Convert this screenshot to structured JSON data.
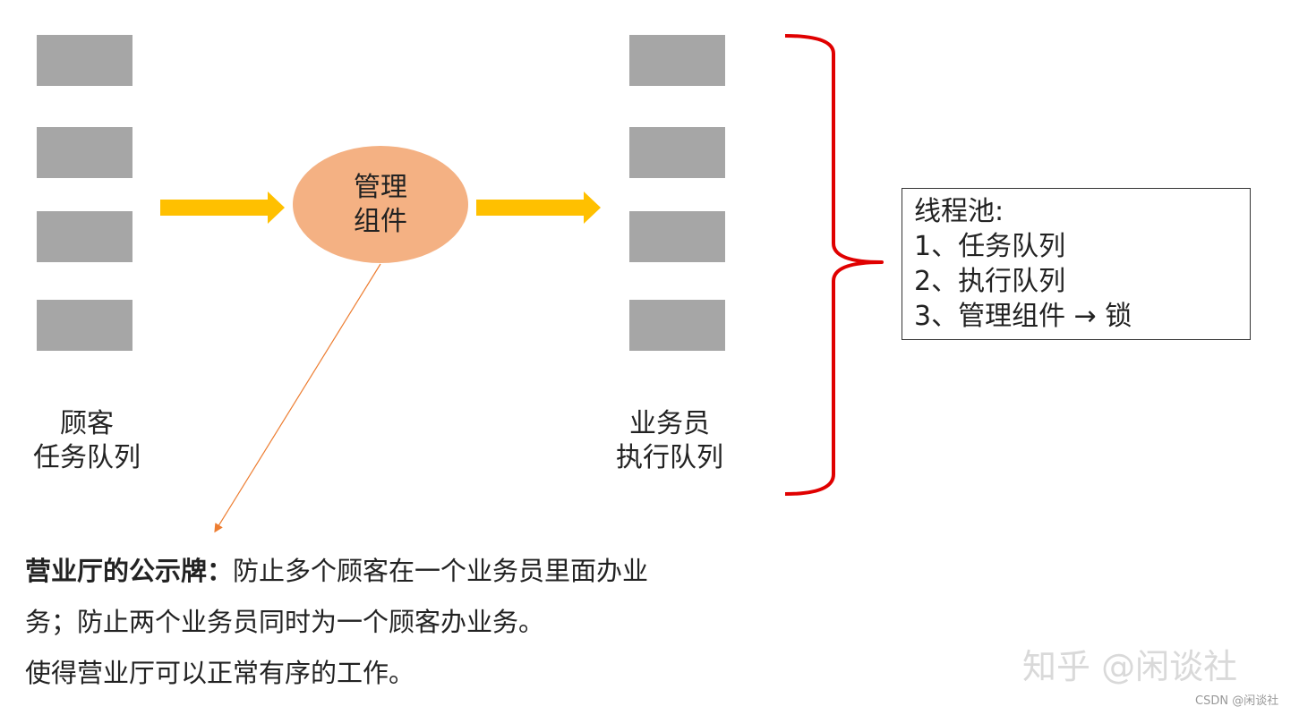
{
  "customers": {
    "label_line1": "顾客",
    "label_line2": "任务队列"
  },
  "manager": {
    "line1": "管理",
    "line2": "组件"
  },
  "workers": {
    "label_line1": "业务员",
    "label_line2": "执行队列"
  },
  "thread_pool": {
    "title": "线程池:",
    "items": [
      "1、任务队列",
      "2、执行队列",
      "3、管理组件 → 锁"
    ]
  },
  "description": {
    "bold_prefix": "营业厅的公示牌：",
    "line1_rest": "防止多个顾客在一个业务员里面办业",
    "line2": "务；防止两个业务员同时为一个顾客办业务。",
    "line3": "使得营业厅可以正常有序的工作。"
  },
  "watermarks": {
    "zhihu": "知乎 @闲谈社",
    "csdn": "CSDN @闲谈社"
  },
  "colors": {
    "block": "#a6a6a6",
    "ellipse": "#f4b183",
    "arrow": "#ffc000",
    "brace": "#e00000",
    "pointer": "#ed7d31"
  }
}
